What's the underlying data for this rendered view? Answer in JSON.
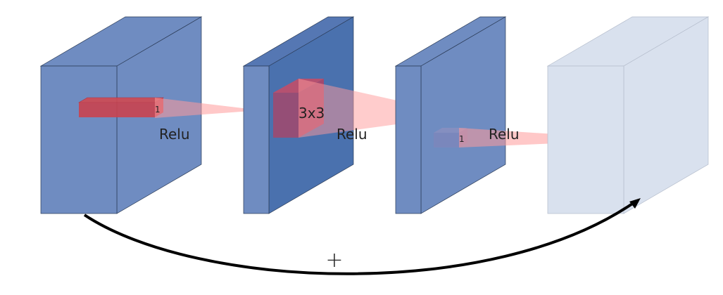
{
  "labels": {
    "relu_1": "Relu",
    "relu_2": "Relu",
    "relu_3": "Relu",
    "kernel_1": "1",
    "kernel_2": "3x3",
    "kernel_3": "1",
    "skip_symbol": "+"
  },
  "colors": {
    "block_face": "#6f8cc1",
    "block_side": "#4a71ae",
    "block_faded": "#d9e1ee",
    "kernel": "#c0392b",
    "cone": "#ff9a9a",
    "arrow": "#000000"
  }
}
